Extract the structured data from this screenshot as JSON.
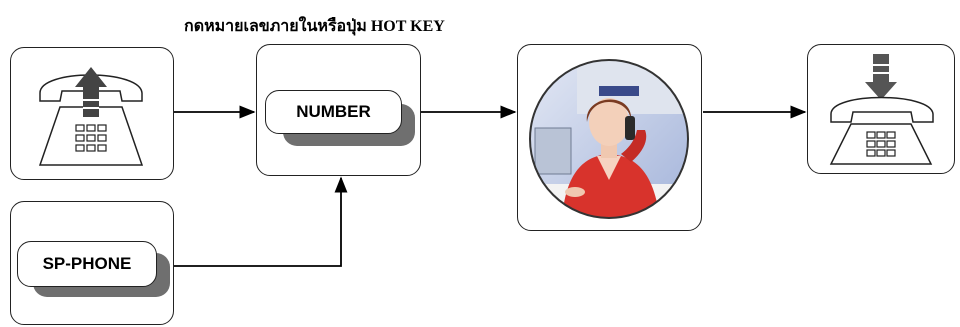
{
  "diagram": {
    "title": "กดหมายเลขภายในหรือปุ่ม HOT KEY",
    "number_label": "NUMBER",
    "sp_phone_label": "SP-PHONE",
    "nodes": [
      {
        "id": "caller-phone",
        "icon": "phone-handset-lift-icon"
      },
      {
        "id": "number-box",
        "icon": "keypad-number-icon"
      },
      {
        "id": "operator",
        "icon": "operator-photo-icon"
      },
      {
        "id": "receiver-phone",
        "icon": "phone-handset-down-icon"
      },
      {
        "id": "sp-phone-box",
        "icon": "sp-phone-icon"
      }
    ],
    "colors": {
      "shadow": "#6f6f6f",
      "arrow": "#000000",
      "up_arrow": "#444444",
      "down_arrow": "#555555",
      "operator_suit": "#d8332c",
      "operator_bg": "#6e88c9"
    }
  }
}
